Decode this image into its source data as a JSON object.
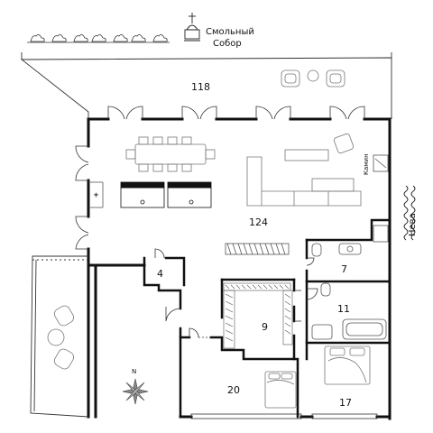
{
  "landmark": {
    "line1": "Смольный",
    "line2": "Собор"
  },
  "river": "Нева",
  "fireplace": "Камин",
  "compass": "N",
  "rooms": {
    "terrace": "118",
    "living": "124",
    "room_4": "4",
    "room_7": "7",
    "room_11": "11",
    "room_9": "9",
    "room_20": "20",
    "room_17": "17"
  },
  "colors": {
    "wall": "#111111",
    "thin": "#333333",
    "furniture": "#777777"
  }
}
